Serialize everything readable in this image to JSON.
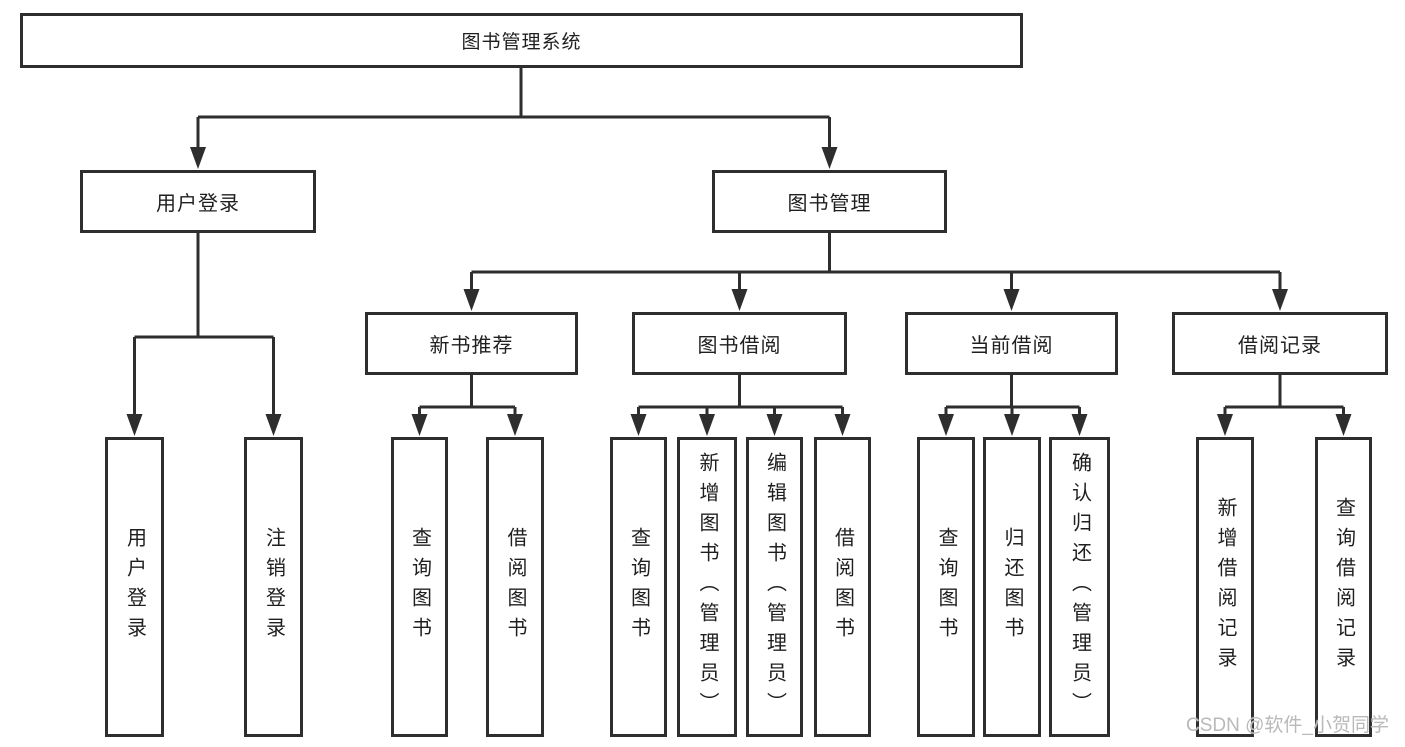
{
  "tree": {
    "root": "图书管理系统",
    "user_login": {
      "label": "用户登录",
      "leaves": [
        "用户登录",
        "注销登录"
      ]
    },
    "book_management": {
      "label": "图书管理",
      "groups": [
        {
          "label": "新书推荐",
          "leaves": [
            "查询图书",
            "借阅图书"
          ]
        },
        {
          "label": "图书借阅",
          "leaves": [
            "查询图书",
            "新增图书（管理员）",
            "编辑图书（管理员）",
            "借阅图书"
          ]
        },
        {
          "label": "当前借阅",
          "leaves": [
            "查询图书",
            "归还图书",
            "确认归还（管理员）"
          ]
        },
        {
          "label": "借阅记录",
          "leaves": [
            "新增借阅记录",
            "查询借阅记录"
          ]
        }
      ]
    }
  },
  "watermark": "CSDN @软件_小贺同学",
  "colors": {
    "line": "#2e2e2e",
    "box_border": "#2e2e2e",
    "text": "#1f1f1f",
    "watermark": "#b9b9b9",
    "background": "#ffffff"
  }
}
